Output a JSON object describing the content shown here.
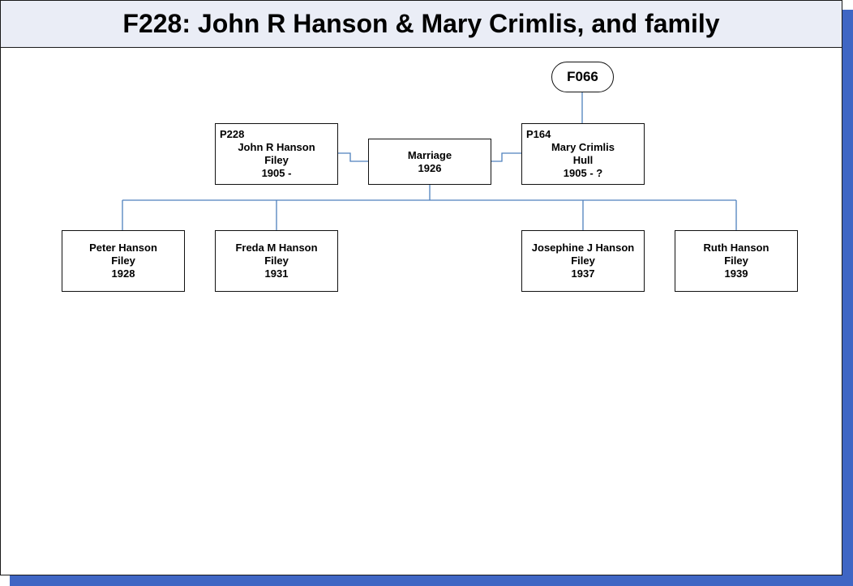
{
  "title": "F228: John R Hanson & Mary Crimlis, and family",
  "parent_family": {
    "label": "F066"
  },
  "husband": {
    "id": "P228",
    "name": "John R Hanson",
    "place": "Filey",
    "dates": "1905 -"
  },
  "wife": {
    "id": "P164",
    "name": "Mary Crimlis",
    "place": "Hull",
    "dates": "1905 - ?"
  },
  "marriage": {
    "label": "Marriage",
    "year": "1926"
  },
  "children": [
    {
      "name": "Peter Hanson",
      "place": "Filey",
      "year": "1928"
    },
    {
      "name": "Freda M Hanson",
      "place": "Filey",
      "year": "1931"
    },
    {
      "name": "Josephine J Hanson",
      "place": "Filey",
      "year": "1937"
    },
    {
      "name": "Ruth Hanson",
      "place": "Filey",
      "year": "1939"
    }
  ],
  "colors": {
    "connector": "#4f81bd",
    "shadow": "#3f66c4",
    "title_bg": "#eaedf6"
  }
}
